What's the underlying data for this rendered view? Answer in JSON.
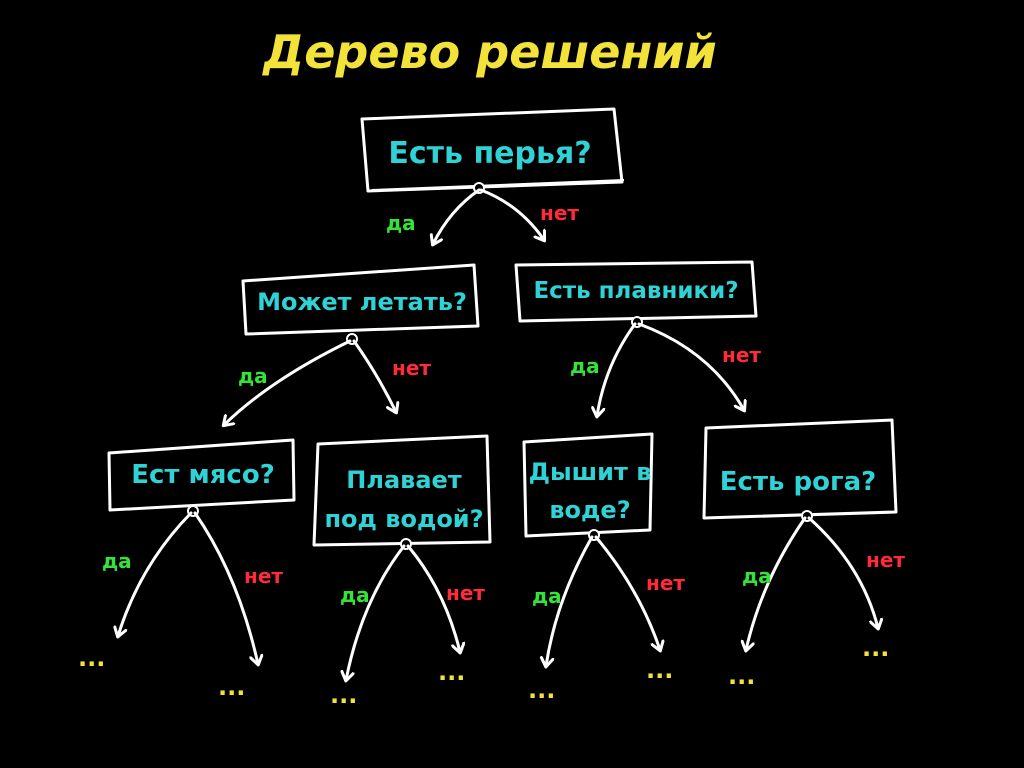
{
  "title": "Дерево решений",
  "colors": {
    "background": "#000000",
    "title": "#f2e23a",
    "node_text": "#2fd3d6",
    "yes": "#35e23a",
    "no": "#ff2a3a",
    "ellipsis": "#f2e23a",
    "lines": "#ffffff"
  },
  "edge_labels": {
    "yes": "да",
    "no": "нет"
  },
  "leaf_text": "...",
  "nodes": {
    "root": {
      "lines": [
        "Есть перья?"
      ]
    },
    "can_fly": {
      "lines": [
        "Может летать?"
      ]
    },
    "has_fins": {
      "lines": [
        "Есть плавники?"
      ]
    },
    "eats_meat": {
      "lines": [
        "Ест мясо?"
      ]
    },
    "swims_underwater": {
      "lines": [
        "Плавает",
        "под водой?"
      ]
    },
    "breathes_in_water": {
      "lines": [
        "Дышит в",
        "воде?"
      ]
    },
    "has_horns": {
      "lines": [
        "Есть рога?"
      ]
    }
  }
}
